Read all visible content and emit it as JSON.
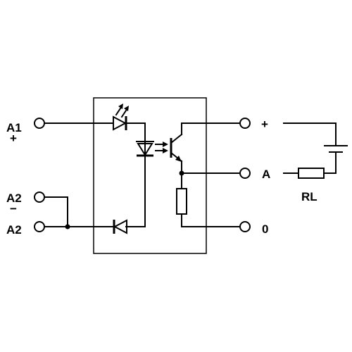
{
  "terminals": {
    "a1": "A1",
    "a1_polarity": "+",
    "a2_upper": "A2",
    "a2_upper_polarity": "−",
    "a2_lower": "A2",
    "out_plus": "+",
    "out_a": "A",
    "out_zero": "0"
  },
  "load": {
    "label": "RL"
  },
  "colors": {
    "ink": "#000000",
    "background": "#ffffff"
  }
}
